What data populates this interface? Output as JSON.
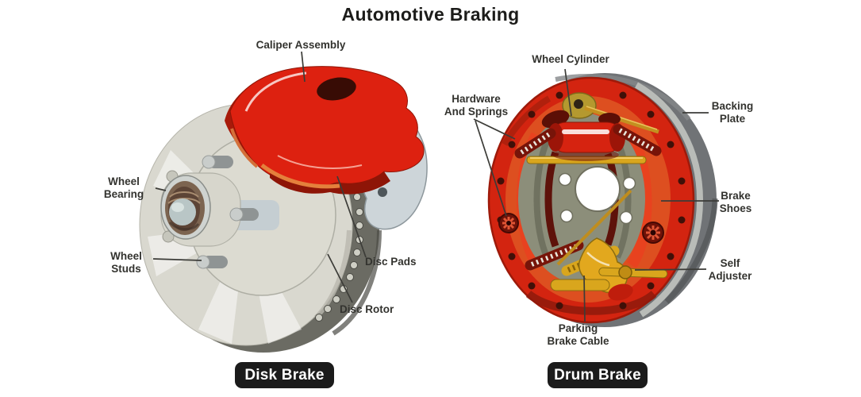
{
  "title": "Automotive Braking",
  "colors": {
    "caliper_red": "#dd2110",
    "drum_red": "#d32410",
    "rotor_gray": "#d9d8cf",
    "rim_dark_gray": "#6b6b63",
    "backing_gray": "#707376",
    "hardware_gold": "#d9a61d",
    "spring_maroon": "#771409",
    "steel_bracket": "#cdd5d9",
    "label_text": "#33332f",
    "leader_line": "#3c3c38",
    "badge_bg": "#1b1b1b",
    "badge_text": "#ffffff",
    "background": "#ffffff"
  },
  "diagrams": {
    "disk_brake": {
      "badge_label": "Disk Brake",
      "labels": {
        "caliper_assembly": "Caliper Assembly",
        "wheel_bearing": "Wheel\nBearing",
        "wheel_studs": "Wheel\nStuds",
        "disc_pads": "Disc Pads",
        "disc_rotor": "Disc Rotor"
      }
    },
    "drum_brake": {
      "badge_label": "Drum Brake",
      "labels": {
        "wheel_cylinder": "Wheel Cylinder",
        "hardware_and_springs": "Hardware\nAnd Springs",
        "backing_plate": "Backing\nPlate",
        "brake_shoes": "Brake\nShoes",
        "self_adjuster": "Self\nAdjuster",
        "parking_brake_cable": "Parking\nBrake Cable"
      }
    }
  }
}
